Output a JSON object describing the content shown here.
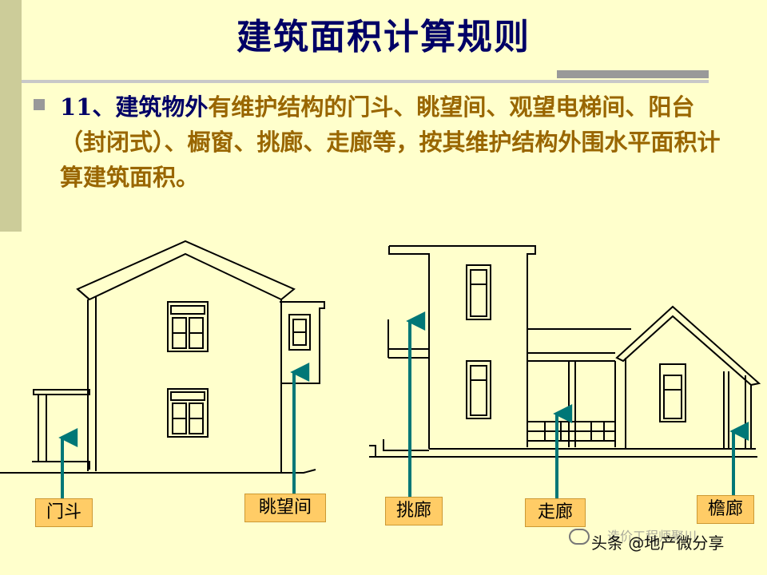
{
  "slide": {
    "title": "建筑面积计算规则",
    "item_number": "11",
    "item_lead": "、建筑物外",
    "item_body": "有维护结构的门斗、眺望间、观望电梯间、阳台（封闭式）、橱窗、挑廊、走廊等，按其维护结构外围水平面积计算建筑面积。"
  },
  "labels": {
    "men_dou": "门斗",
    "tiao_wang_jian": "眺望间",
    "tiao_lang": "挑廊",
    "zou_lang": "走廊",
    "yan_lang": "檐廊"
  },
  "watermark": {
    "text": "头条 @地产微分享",
    "faint_text": "造价工程师聚川"
  },
  "colors": {
    "background": "#ffffcc",
    "title": "#000066",
    "body_text": "#996600",
    "label_fill": "#ffcc66",
    "arrow": "#007777"
  }
}
